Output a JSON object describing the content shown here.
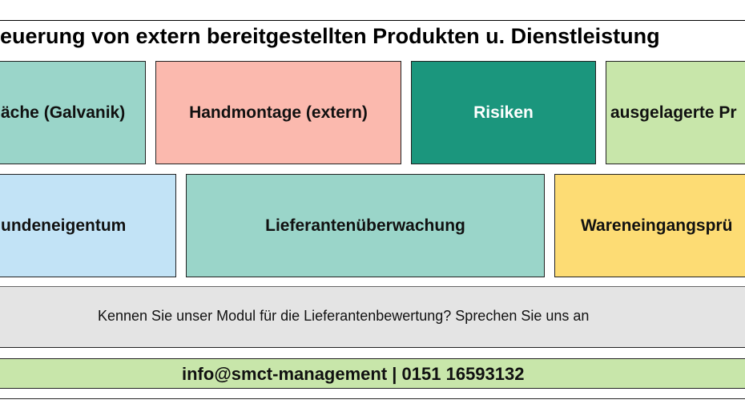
{
  "title": "euerung von extern bereitgestellten Produkten u. Dienstleistung",
  "row1": [
    {
      "label": "äche (Galvanik)",
      "color": "#9ad5c9"
    },
    {
      "label": "Handmontage (extern)",
      "color": "#fbb9ae"
    },
    {
      "label": "Risiken",
      "color": "#1b967d"
    },
    {
      "label": "ausgelagerte Pr",
      "color": "#c8e6aa"
    }
  ],
  "row2": [
    {
      "label": "undeneigentum",
      "color": "#c2e3f6"
    },
    {
      "label": "Lieferantenüberwachung",
      "color": "#9ad5c9"
    },
    {
      "label": "Wareneingangsprü",
      "color": "#fddc74"
    }
  ],
  "cta": "Kennen Sie unser Modul für die Lieferantenbewertung? Sprechen Sie uns an",
  "contact": "info@smct-management | 0151 16593132"
}
